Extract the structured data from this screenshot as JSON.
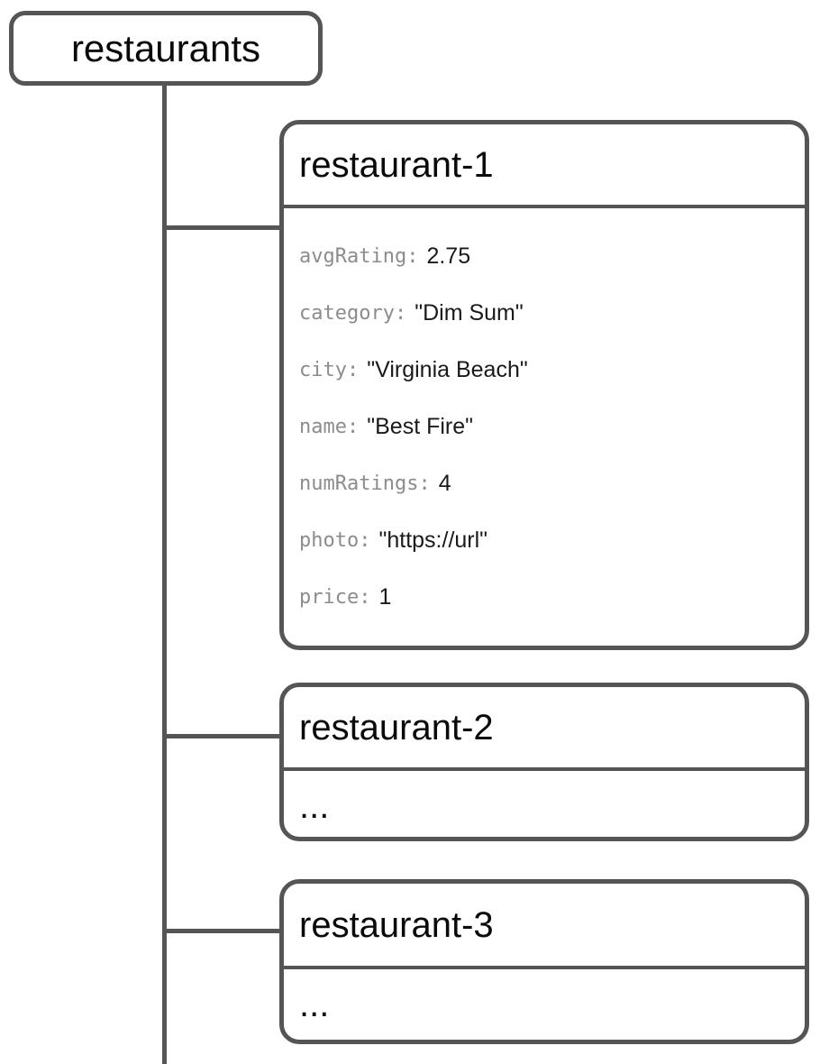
{
  "diagram": {
    "type": "firestore-collection-tree",
    "root": {
      "label": "restaurants"
    },
    "documents": [
      {
        "id": "restaurant-1",
        "fields": [
          {
            "key": "avgRating:",
            "value": "2.75"
          },
          {
            "key": "category:",
            "value": "\"Dim Sum\""
          },
          {
            "key": "city:",
            "value": "\"Virginia Beach\""
          },
          {
            "key": "name:",
            "value": "\"Best Fire\""
          },
          {
            "key": "numRatings:",
            "value": "4"
          },
          {
            "key": "photo:",
            "value": "\"https://url\""
          },
          {
            "key": "price:",
            "value": "1"
          }
        ]
      },
      {
        "id": "restaurant-2",
        "placeholder": "..."
      },
      {
        "id": "restaurant-3",
        "placeholder": "..."
      }
    ],
    "colors": {
      "line": "#555555",
      "key_text": "#8c8c8c",
      "value_text": "#1a1a1a",
      "title_text": "#0a0a0a",
      "background": "#ffffff"
    }
  }
}
